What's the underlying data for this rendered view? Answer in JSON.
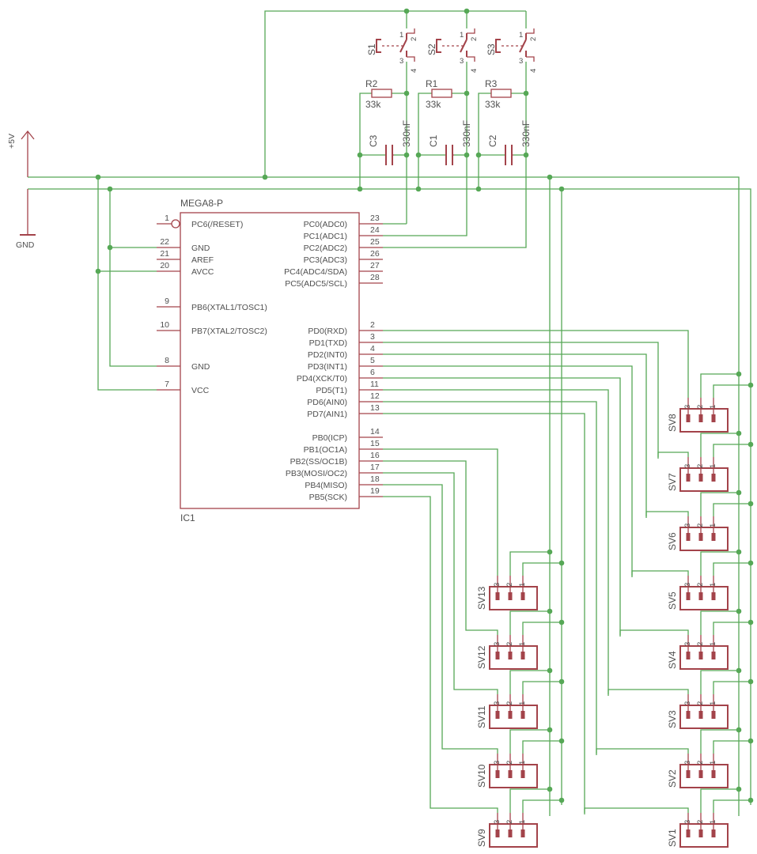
{
  "colors": {
    "wire": "#56a856",
    "symbol": "#a3434a",
    "text": "#505050",
    "background": "#ffffff"
  },
  "power": {
    "vcc": "+5V",
    "gnd": "GND"
  },
  "ic": {
    "name": "IC1",
    "value": "MEGA8-P",
    "left_pins": [
      {
        "num": "1",
        "name": "PC6(/RESET)"
      },
      {
        "num": "22",
        "name": "GND"
      },
      {
        "num": "21",
        "name": "AREF"
      },
      {
        "num": "20",
        "name": "AVCC"
      },
      {
        "num": "9",
        "name": "PB6(XTAL1/TOSC1)"
      },
      {
        "num": "10",
        "name": "PB7(XTAL2/TOSC2)"
      },
      {
        "num": "8",
        "name": "GND"
      },
      {
        "num": "7",
        "name": "VCC"
      }
    ],
    "right_pins": [
      {
        "num": "23",
        "name": "PC0(ADC0)"
      },
      {
        "num": "24",
        "name": "PC1(ADC1)"
      },
      {
        "num": "25",
        "name": "PC2(ADC2)"
      },
      {
        "num": "26",
        "name": "PC3(ADC3)"
      },
      {
        "num": "27",
        "name": "PC4(ADC4/SDA)"
      },
      {
        "num": "28",
        "name": "PC5(ADC5/SCL)"
      },
      {
        "num": "2",
        "name": "PD0(RXD)"
      },
      {
        "num": "3",
        "name": "PD1(TXD)"
      },
      {
        "num": "4",
        "name": "PD2(INT0)"
      },
      {
        "num": "5",
        "name": "PD3(INT1)"
      },
      {
        "num": "6",
        "name": "PD4(XCK/T0)"
      },
      {
        "num": "11",
        "name": "PD5(T1)"
      },
      {
        "num": "12",
        "name": "PD6(AIN0)"
      },
      {
        "num": "13",
        "name": "PD7(AIN1)"
      },
      {
        "num": "14",
        "name": "PB0(ICP)"
      },
      {
        "num": "15",
        "name": "PB1(OC1A)"
      },
      {
        "num": "16",
        "name": "PB2(SS/OC1B)"
      },
      {
        "num": "17",
        "name": "PB3(MOSI/OC2)"
      },
      {
        "num": "18",
        "name": "PB4(MISO)"
      },
      {
        "num": "19",
        "name": "PB5(SCK)"
      }
    ]
  },
  "switches": [
    {
      "name": "S1",
      "pins": [
        "1",
        "2",
        "3",
        "4"
      ]
    },
    {
      "name": "S2",
      "pins": [
        "1",
        "2",
        "3",
        "4"
      ]
    },
    {
      "name": "S3",
      "pins": [
        "1",
        "2",
        "3",
        "4"
      ]
    }
  ],
  "resistors": [
    {
      "name": "R2",
      "value": "33k"
    },
    {
      "name": "R1",
      "value": "33k"
    },
    {
      "name": "R3",
      "value": "33k"
    }
  ],
  "capacitors": [
    {
      "name": "C3",
      "value": "330nF"
    },
    {
      "name": "C1",
      "value": "330nF"
    },
    {
      "name": "C2",
      "value": "330nF"
    }
  ],
  "connectors_right": [
    "SV8",
    "SV7",
    "SV6",
    "SV5",
    "SV4",
    "SV3",
    "SV2",
    "SV1"
  ],
  "connectors_left": [
    "SV13",
    "SV12",
    "SV11",
    "SV10",
    "SV9"
  ],
  "header_pins": [
    "3",
    "2",
    "1"
  ]
}
